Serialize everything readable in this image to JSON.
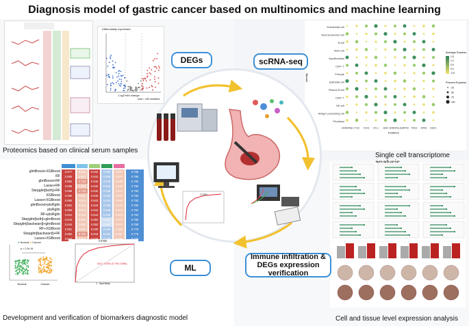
{
  "title": "Diagnosis model of gastric cancer based on multinomics and machine learning",
  "labels": {
    "degs": "DEGs",
    "scrna": "scRNA-seq",
    "ml": "ML",
    "immune_line1": "Immune infiltration &",
    "immune_line2": "DEGs expression verification"
  },
  "captions": {
    "proteomics": "Proteomics based on clinical serum samples",
    "single_cell": "Single cell transcriptome analysis",
    "biomarkers": "Development and verification of biomarkers diagnostic model",
    "cell_tissue": "Cell and tissue level expression analysis"
  },
  "volcano": {
    "legend_title": "Differentially expressed",
    "xlabel": "Log2 fold change",
    "ylabel": "-Log10 p-value",
    "note": "total = 445 variables"
  },
  "dotplot": {
    "ylabel": "Identity",
    "xlabel": "Features",
    "rows": [
      "Endothelial cell",
      "Neuroendocrine cell",
      "B cell",
      "Mast cell",
      "Myofibroblast",
      "CD4+ T",
      "Pericyte",
      "Epithelial cell",
      "Plasma B cell",
      "CD8+ T",
      "NK cell",
      "Antigen presenting cell",
      "Fibroblast"
    ],
    "genes": [
      "HNRNPAB",
      "CTSC",
      "FCN1",
      "CFL1",
      "B2M",
      "HNRNPUL2",
      "GRPR3",
      "PKD2",
      "NPR3",
      "DGKC"
    ],
    "legend_avg": "Average Expression",
    "legend_pct": "Percent Expressed",
    "avg_ticks": [
      "1.5",
      "1.0",
      "0.5",
      "0.0",
      "-0.5"
    ],
    "pct_ticks": [
      "25",
      "50",
      "75",
      "100"
    ]
  },
  "ml_table": {
    "models": [
      "glmBoost+XGBoost",
      "RF",
      "glmBoost+RF",
      "Lasso+RF",
      "Stepglm[both]+RF",
      "XGBoost",
      "Lasso+XGBoost",
      "glmBoost+plsRglm",
      "plsRglm",
      "RF+plsRglm",
      "Stepglm[both]+glmBoost",
      "Stepglm[backward]+glmBoost",
      "RF+XGBoost",
      "Stepglm[backward]+RF",
      "Lasso+XGBoost"
    ],
    "col1": [
      "0.877",
      "0.890",
      "0.892",
      "0.896",
      "0.889",
      "0.890",
      "0.890",
      "0.891",
      "0.850",
      "0.841",
      "0.844",
      "0.844",
      "0.881",
      "0.880",
      "0.844"
    ],
    "col2": [
      "0.612",
      "0.607",
      "0.733",
      "0.696",
      "0.733",
      "0.611",
      "0.614",
      "0.614",
      "0.614",
      "0.614",
      "0.604",
      "0.604",
      "0.612",
      "0.731",
      "0.611"
    ],
    "col3": [
      "0.943",
      "0.943",
      "0.945",
      "0.940",
      "0.945",
      "0.945",
      "0.943",
      "0.943",
      "0.943",
      "0.943",
      "0.950",
      "0.950",
      "0.939",
      "0.943",
      "0.949"
    ],
    "col4": [
      "0.509",
      "0.509",
      "0.518",
      "0.526",
      "0.538",
      "0.545",
      "0.532",
      "0.536",
      "0.536",
      "0.539",
      "0.561",
      "0.551",
      "0.539",
      "0.528",
      "0.535"
    ],
    "col5": [
      "0.672",
      "0.670",
      "0.682",
      "0.681",
      "0.670",
      "0.670",
      "0.684",
      "0.679",
      "0.679",
      "0.679",
      "0.673",
      "0.673",
      "0.662",
      "0.667",
      "0.691"
    ],
    "mean": [
      "0.785",
      "0.785",
      "0.783",
      "0.783",
      "0.783",
      "0.782",
      "0.782",
      "0.782",
      "0.781",
      "0.781",
      "0.780",
      "0.780",
      "0.779",
      "0.779",
      "0.776"
    ]
  },
  "roc_main": {
    "title": "CTSD",
    "auc": "AUC: 0.850 (0.795-0.896)",
    "xlabel": "1 - Specificity",
    "ylabel": "Sensitivity"
  },
  "roc_small": {
    "title": "CTSD"
  },
  "scatter": {
    "legend": [
      "Normal",
      "Cancer"
    ],
    "pvalue": "p < 2.2e-16",
    "xlabels": [
      "Normal",
      "Cancer"
    ],
    "ylabel": "CTSD expression"
  },
  "colors": {
    "accent": "#3a8fd8",
    "arrow": "#f2c12e",
    "header_blue": "#3f8fd2",
    "header_sky": "#7fc3e8",
    "header_green": "#9fd07a",
    "header_darkgreen": "#2f9e57",
    "header_pink": "#e56fa1",
    "cell_red": "#c8423e",
    "cell_blue": "#4f8fd4",
    "normal_green": "#3fae5a",
    "cancer_orange": "#f0a52a"
  }
}
